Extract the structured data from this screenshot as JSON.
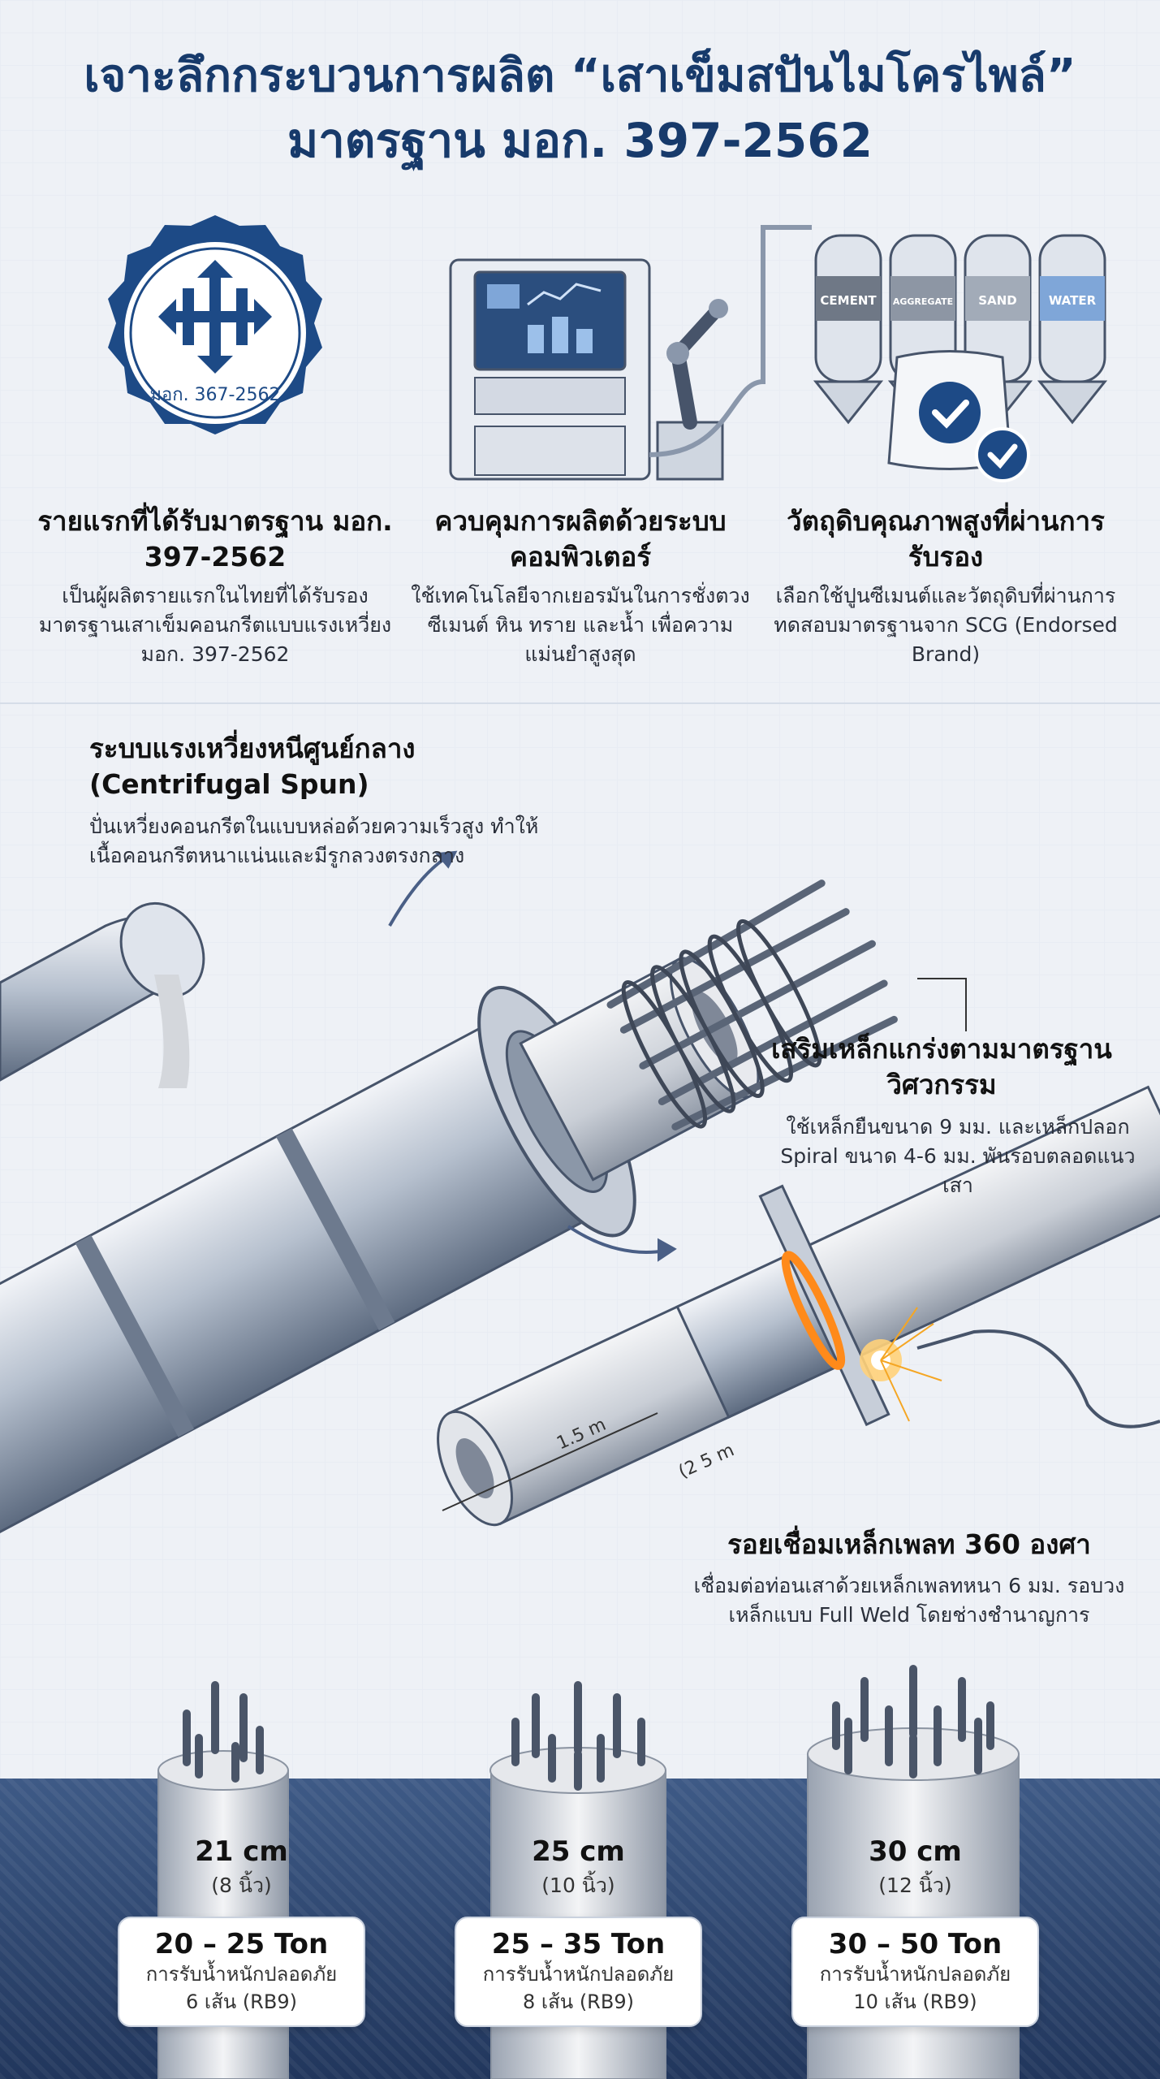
{
  "header": {
    "title_line1": "เจาะลึกกระบวนการผลิต “เสาเข็มสปันไมโครไพล์”",
    "title_line2": "มาตรฐาน มอก. 397-2562"
  },
  "badge": {
    "text": "มอก. 367-2562"
  },
  "silos": [
    "CEMENT",
    "AGGREGATE",
    "SAND",
    "WATER"
  ],
  "features": [
    {
      "title": "รายแรกที่ได้รับมาตรฐาน มอก. 397-2562",
      "desc": "เป็นผู้ผลิตรายแรกในไทยที่ได้รับรองมาตรฐานเสาเข็มคอนกรีตแบบแรงเหวี่ยง มอก. 397-2562"
    },
    {
      "title": "ควบคุมการผลิตด้วยระบบคอมพิวเตอร์",
      "desc": "ใช้เทคโนโลยีจากเยอรมันในการชั่งตวงซีเมนต์ หิน ทราย และน้ำ เพื่อความแม่นยำสูงสุด"
    },
    {
      "title": "วัตถุดิบคุณภาพสูงที่ผ่านการรับรอง",
      "desc": "เลือกใช้ปูนซีเมนต์และวัตถุดิบที่ผ่านการทดสอบมาตรฐานจาก SCG (Endorsed Brand)"
    }
  ],
  "centrifugal": {
    "title_line1": "ระบบแรงเหวี่ยงหนีศูนย์กลาง",
    "title_line2": "(Centrifugal Spun)",
    "desc": "ปั่นเหวี่ยงคอนกรีตในแบบหล่อด้วยความเร็วสูง ทำให้เนื้อคอนกรีตหนาแน่นและมีรูกลวงตรงกลาง"
  },
  "rebar": {
    "title": "เสริมเหล็กแกร่งตามมาตรฐานวิศวกรรม",
    "desc": "ใช้เหล็กยืนขนาด 9 มม. และเหล็กปลอก Spiral ขนาด 4-6 มม. พันรอบตลอดแนวเสา"
  },
  "dimensions": {
    "length": "1.5 m",
    "diameter": "(2 5 m"
  },
  "weld": {
    "title": "รอยเชื่อมเหล็กเพลท 360 องศา",
    "desc": "เชื่อมต่อท่อนเสาด้วยเหล็กเพลทหนา 6 มม. รอบวงเหล็กแบบ Full Weld โดยช่างชำนาญการ"
  },
  "piles": [
    {
      "size": "21 cm",
      "inch": "(8 นิ้ว)",
      "load": "20 – 25 Ton",
      "label": "การรับน้ำหนักปลอดภัย",
      "rebar": "6 เส้น (RB9)"
    },
    {
      "size": "25 cm",
      "inch": "(10 นิ้ว)",
      "load": "25 – 35 Ton",
      "label": "การรับน้ำหนักปลอดภัย",
      "rebar": "8 เส้น (RB9)"
    },
    {
      "size": "30 cm",
      "inch": "(12 นิ้ว)",
      "load": "30 – 50 Ton",
      "label": "การรับน้ำหนักปลอดภัย",
      "rebar": "10 เส้น (RB9)"
    }
  ],
  "colors": {
    "navy": "#173a6b",
    "steel": "#8a97ab",
    "weld": "#ff8a1a"
  }
}
